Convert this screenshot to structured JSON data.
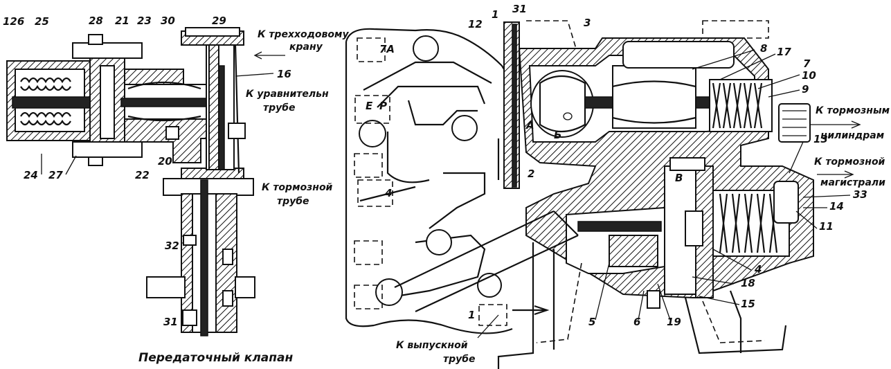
{
  "caption": "Передаточный клапан",
  "labels": {
    "k_trehhodovomu": [
      "К трехходовому",
      "крану"
    ],
    "k_uravnitelnoi": [
      "К уравнительн",
      "трубе"
    ],
    "k_tormoznoi_trube": [
      "К тормозной",
      "трубе"
    ],
    "k_vypusknoi": [
      "К выпускной",
      "трубе"
    ],
    "k_tormoznym": [
      "К тормозным",
      "цилиндрам"
    ],
    "k_tormoznoi_magistrali": [
      "К тормозной",
      "магистрали"
    ]
  },
  "chambers": {
    "seven_a": "7А",
    "e": "Е",
    "r": "Р",
    "a": "А",
    "b": "Б",
    "v": "В",
    "four": "4",
    "one": "1"
  },
  "part_numbers": {
    "n26": "126",
    "n25": "25",
    "n28": "28",
    "n21": "21",
    "n23": "23",
    "n30": "30",
    "n29": "29",
    "n24": "24",
    "n27": "27",
    "n22": "22",
    "n20": "20",
    "n16": "16",
    "n32": "32",
    "n31b": "31",
    "n1": "1",
    "n31a": "31",
    "n12": "12",
    "n3": "3",
    "n8": "8",
    "n17": "17",
    "n7": "7",
    "n10": "10",
    "n9": "9",
    "n2": "2",
    "n13": "13",
    "n33": "33",
    "n14": "14",
    "n11": "11",
    "n4": "4",
    "n18": "18",
    "n15": "15",
    "n5": "5",
    "n6": "6",
    "n19": "19"
  }
}
